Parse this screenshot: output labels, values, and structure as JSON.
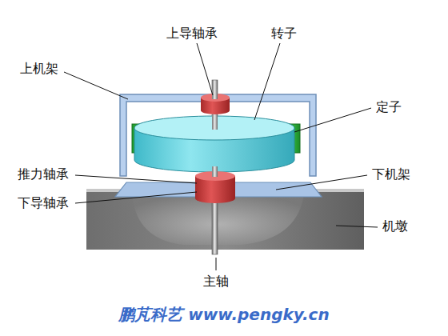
{
  "diagram": {
    "labels": [
      "上导轴承",
      "转子",
      "上机架",
      "定子",
      "推力轴承",
      "下机架",
      "下导轴承",
      "机墩",
      "主轴",
      "鹏芃科艺 www.pengky.cn"
    ]
  }
}
